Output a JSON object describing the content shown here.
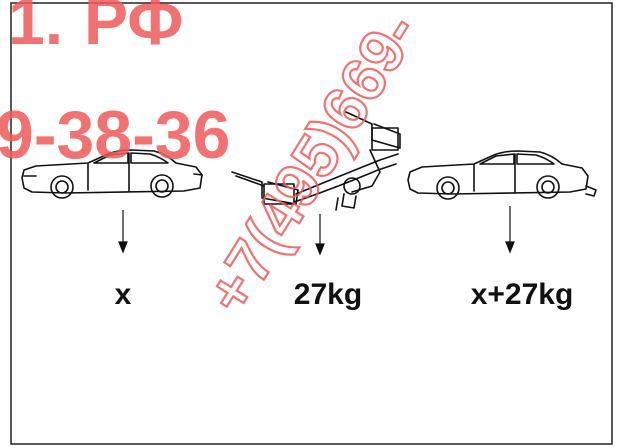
{
  "labels": {
    "car_weight": "x",
    "hitch_weight": "27kg",
    "total_weight": "x+27kg"
  },
  "watermark": {
    "top_text": "РФ",
    "top_prefix": "1.",
    "phone_partial": "9-38-36",
    "phone_diagonal": "+7(495)669-",
    "color": "#f05a5a"
  },
  "colors": {
    "line": "#111111",
    "frame": "#222222",
    "background": "#ffffff"
  },
  "icons": {
    "car_left": "sedan-car-icon",
    "tow_hitch": "tow-hitch-icon",
    "car_right": "sedan-car-with-hitch-icon"
  }
}
